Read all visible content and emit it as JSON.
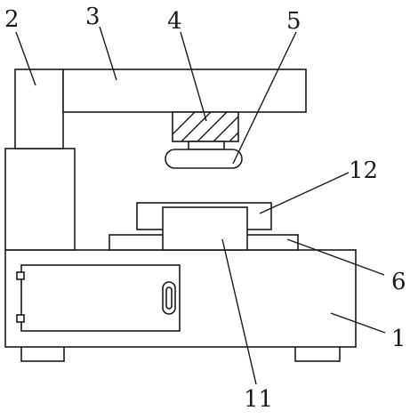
{
  "callouts": {
    "c1": "1",
    "c2": "2",
    "c3": "3",
    "c4": "4",
    "c5": "5",
    "c6": "6",
    "c11": "11",
    "c12": "12"
  }
}
